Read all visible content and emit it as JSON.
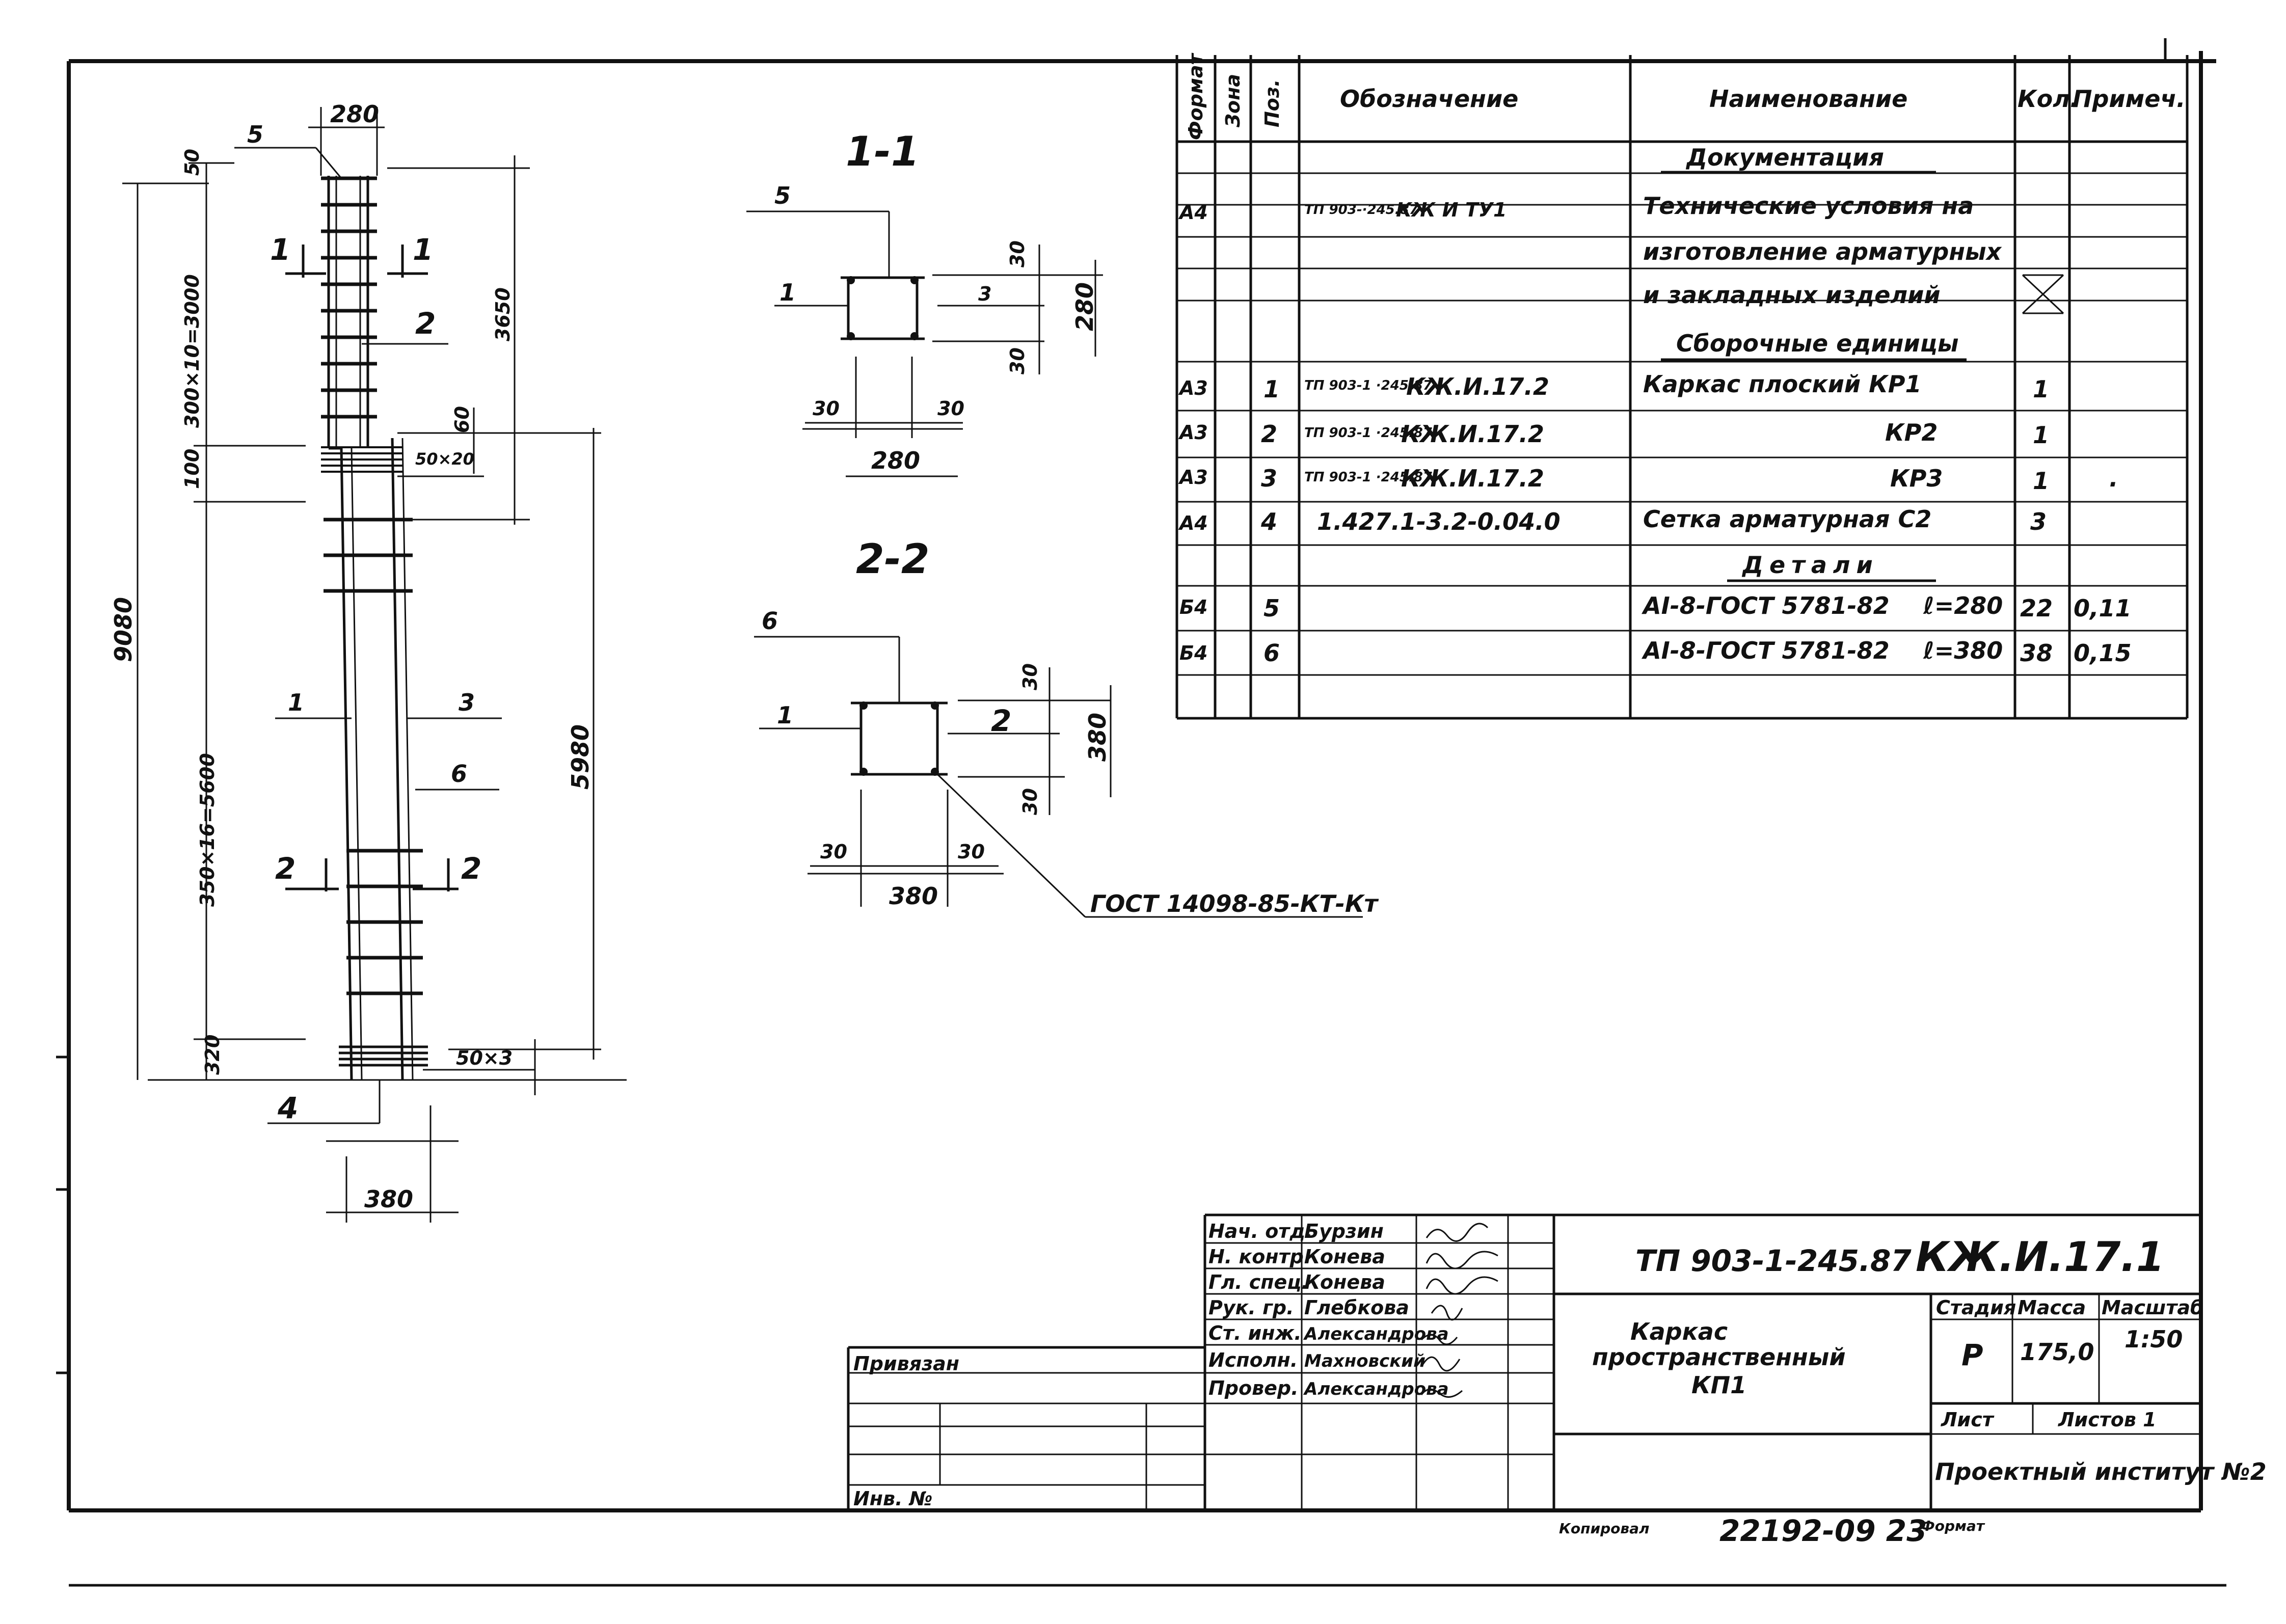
{
  "spec_table": {
    "headers": {
      "format": "Формат",
      "zone": "Зона",
      "pos": "Поз.",
      "designation": "Обозначение",
      "name": "Наименование",
      "qty": "Кол.",
      "note": "Примеч."
    },
    "sections": {
      "documentation": "Документация",
      "assemblies": "Сборочные единицы",
      "details": "Детали"
    },
    "rows": [
      {
        "format": "А4",
        "pos": "",
        "designation_small": "ТП 903-·245.87",
        "designation": "КЖ И ТУ1",
        "name": "Технические условия на",
        "qty": "",
        "note": ""
      },
      {
        "format": "",
        "pos": "",
        "designation_small": "",
        "designation": "",
        "name": "изготовление арматурных",
        "qty": "",
        "note": ""
      },
      {
        "format": "",
        "pos": "",
        "designation_small": "",
        "designation": "",
        "name": "и закладных изделий",
        "qty": "",
        "note": ""
      },
      {
        "format": "А3",
        "pos": "1",
        "designation_small": "ТП 903-1 ·245.87",
        "designation": "КЖ.И.17.2",
        "name": "Каркас плоский КР1",
        "qty": "1",
        "note": ""
      },
      {
        "format": "А3",
        "pos": "2",
        "designation_small": "ТП 903-1 ·245.87",
        "designation": "КЖ.И.17.2",
        "name": "КР2",
        "qty": "1",
        "note": ""
      },
      {
        "format": "А3",
        "pos": "3",
        "designation_small": "ТП 903-1 ·245.87",
        "designation": "КЖ.И.17.2",
        "name": "КР3",
        "qty": "1",
        "note": "."
      },
      {
        "format": "А4",
        "pos": "4",
        "designation_small": "",
        "designation": "1.427.1-3.2-0.04.0",
        "name": "Сетка арматурная С2",
        "qty": "3",
        "note": ""
      },
      {
        "format": "Б4",
        "pos": "5",
        "designation_small": "",
        "designation": "",
        "name": "АI-8-ГОСТ 5781-82",
        "length": "ℓ=280",
        "qty": "22",
        "note": "0,11"
      },
      {
        "format": "Б4",
        "pos": "6",
        "designation_small": "",
        "designation": "",
        "name": "АI-8-ГОСТ 5781-82",
        "length": "ℓ=380",
        "qty": "38",
        "note": "0,15"
      }
    ]
  },
  "section_labels": {
    "s11": "1-1",
    "s22": "2-2"
  },
  "elevation": {
    "dims": {
      "top_width": "280",
      "d50": "50",
      "d300x10": "300×10=3000",
      "d3650": "3650",
      "d60": "60",
      "d50x20": "50×20",
      "d100": "100",
      "d9080": "9080",
      "d350x16": "350×16=5600",
      "d5980": "5980",
      "d320": "320",
      "d50x3": "50×3",
      "bottom_width": "380"
    },
    "marks": {
      "m5": "5",
      "m1a": "1",
      "m1b": "1",
      "m2": "2",
      "m1": "1",
      "m3": "3",
      "m6": "6",
      "m2a": "2",
      "m2b": "2",
      "m4": "4"
    }
  },
  "section11": {
    "d30a": "30",
    "d3": "3",
    "d280v": "280",
    "d30b": "30",
    "d30l": "30",
    "d30r": "30",
    "d280h": "280",
    "m5": "5",
    "m1": "1"
  },
  "section22": {
    "d30a": "30",
    "d2": "2",
    "d380v": "380",
    "d30b": "30",
    "d30l": "30",
    "d30r": "30",
    "d380h": "380",
    "m6": "6",
    "m1": "1",
    "gost_weld": "ГОСТ 14098-85-КТ-Кт"
  },
  "title_block": {
    "roles": [
      {
        "role": "Нач. отд.",
        "name": "Бурзин"
      },
      {
        "role": "Н. контр.",
        "name": "Конева"
      },
      {
        "role": "Гл. спец.",
        "name": "Конева"
      },
      {
        "role": "Рук. гр.",
        "name": "Глебкова"
      },
      {
        "role": "Ст. инж.",
        "name": "Александрова"
      },
      {
        "role": "Исполн.",
        "name": "Махновский"
      },
      {
        "role": "Провер.",
        "name": "Александрова"
      }
    ],
    "doc_code": "ТП 903-1-245.87",
    "doc_mark": "КЖ.И.17.1",
    "title_l1": "Каркас",
    "title_l2": "пространственный",
    "title_l3": "КП1",
    "stage_h": "Стадия",
    "mass_h": "Масса",
    "scale_h": "Масштаб",
    "stage": "Р",
    "mass": "175,0",
    "scale": "1:50",
    "sheet_h": "Лист",
    "sheets_h": "Листов 1",
    "org": "Проектный институт №2",
    "linked": "Привязан",
    "inv": "Инв. №",
    "copied": "Копировал",
    "copy_code": "22192-09 23",
    "format_h": "Формат"
  }
}
